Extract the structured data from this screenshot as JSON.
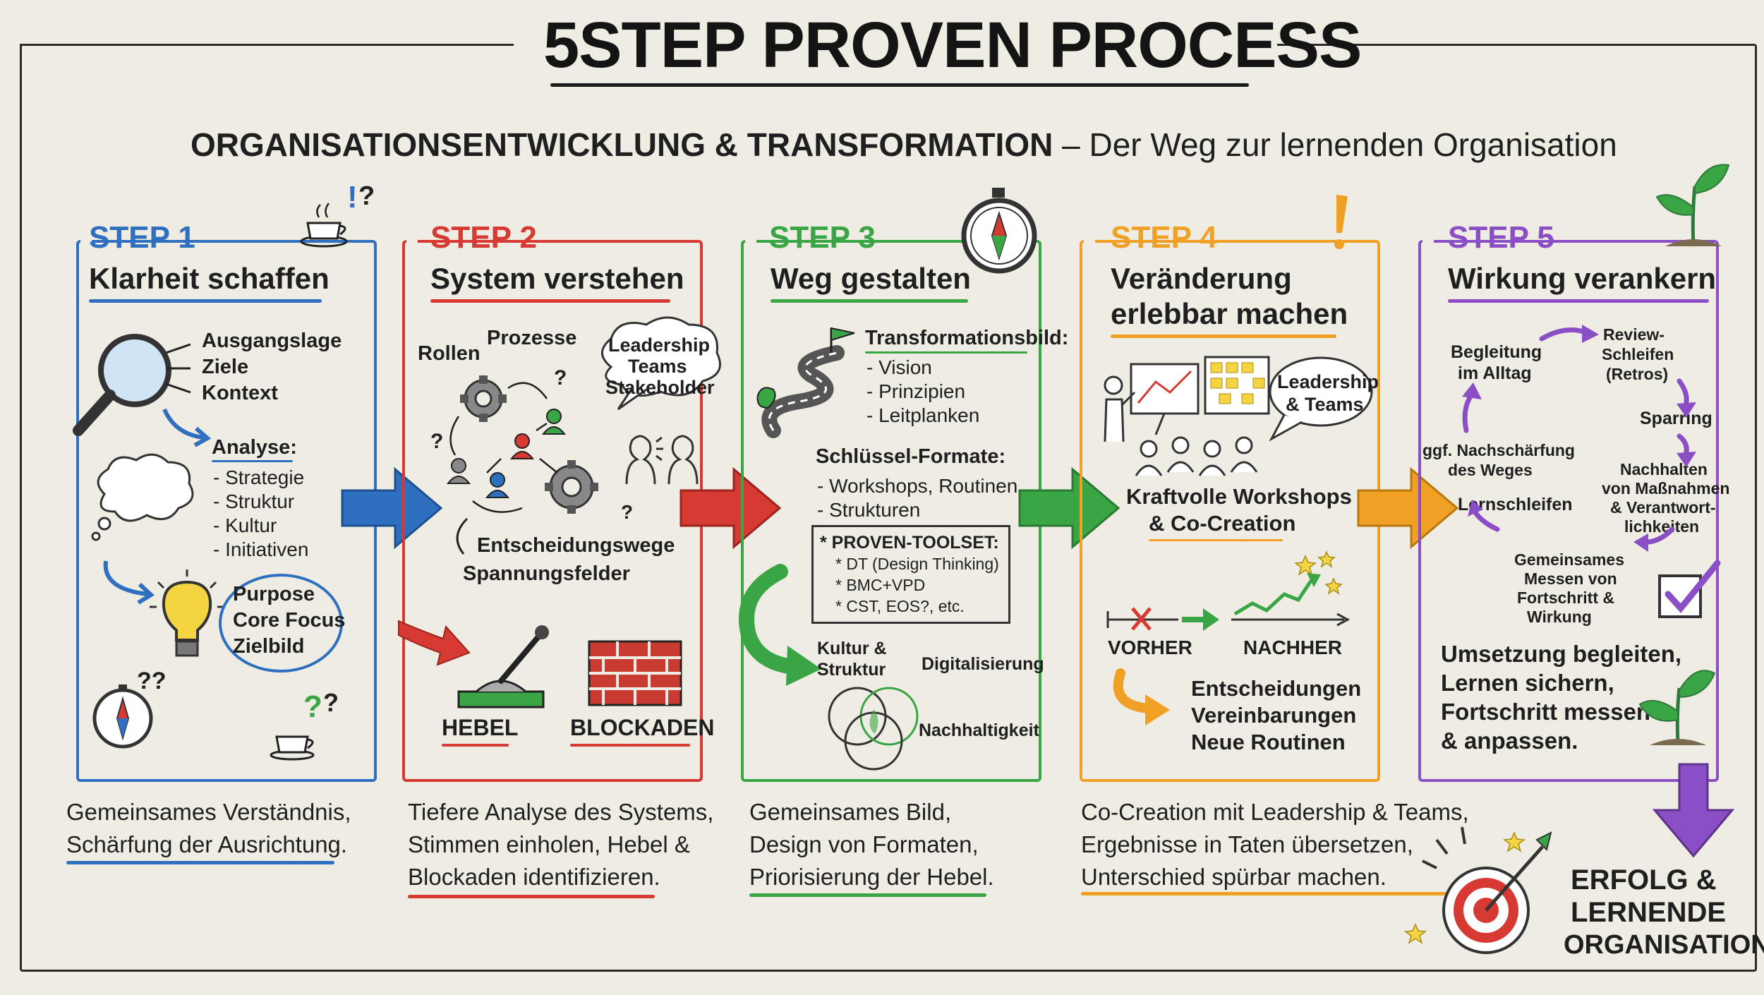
{
  "title": "5STEP PROVEN PROCESS",
  "subtitle": {
    "strong": "ORGANISATIONSENTWICKLUNG & TRANSFORMATION",
    "rest": " – Der Weg zur lernenden Organisation"
  },
  "colors": {
    "step1": "#2f6fc0",
    "step2": "#d63a32",
    "step3": "#3aa545",
    "step4": "#f0a024",
    "step5": "#8a4fc4"
  },
  "step1": {
    "label": "STEP 1",
    "heading": "Klarheit schaffen",
    "items": [
      "Ausgangslage",
      "Ziele",
      "Kontext"
    ],
    "analyse_title": "Analyse:",
    "analyse": [
      "- Strategie",
      "- Struktur",
      "- Kultur",
      "- Initiativen"
    ],
    "purpose": [
      "Purpose",
      "Core Focus",
      "Zielbild"
    ],
    "caption": [
      "Gemeinsames Verständnis,",
      "Schärfung der Ausrichtung."
    ]
  },
  "step2": {
    "label": "STEP 2",
    "heading": "System verstehen",
    "rollen": "Rollen",
    "prozesse": "Prozesse",
    "cloud": [
      "Leadership",
      "Teams",
      "Stakeholder"
    ],
    "entscheidung": "Entscheidungswege",
    "spannung": "Spannungsfelder",
    "hebel": "HEBEL",
    "blockaden": "BLOCKADEN",
    "caption": [
      "Tiefere Analyse des Systems,",
      "Stimmen einholen, Hebel &",
      "Blockaden identifizieren."
    ]
  },
  "step3": {
    "label": "STEP 3",
    "heading": "Weg gestalten",
    "bild_title": "Transformationsbild:",
    "bild": [
      "- Vision",
      "- Prinzipien",
      "- Leitplanken"
    ],
    "formate_title": "Schlüssel-Formate:",
    "formate": [
      "- Workshops, Routinen",
      "- Strukturen"
    ],
    "toolset_title": "* PROVEN-TOOLSET:",
    "toolset": [
      "* DT (Design Thinking)",
      "* BMC+VPD",
      "* CST, EOS?, etc."
    ],
    "venn": [
      "Kultur &",
      "Struktur",
      "Digitalisierung",
      "Nachhaltigkeit"
    ],
    "caption": [
      "Gemeinsames Bild,",
      "Design von Formaten,",
      "Priorisierung der Hebel."
    ]
  },
  "step4": {
    "label": "STEP 4",
    "heading": [
      "Veränderung",
      "erlebbar machen"
    ],
    "bubble": [
      "Leadership",
      "& Teams"
    ],
    "workshops": [
      "Kraftvolle Workshops",
      "& Co-Creation"
    ],
    "vorher": "VORHER",
    "nachher": "NACHHER",
    "results": [
      "Entscheidungen",
      "Vereinbarungen",
      "Neue Routinen"
    ],
    "caption": [
      "Co-Creation mit Leadership & Teams,",
      "Ergebnisse in Taten übersetzen,",
      "Unterschied spürbar machen."
    ]
  },
  "step5": {
    "label": "STEP 5",
    "heading": "Wirkung verankern",
    "begleitung": [
      "Begleitung",
      "im Alltag"
    ],
    "review": [
      "Review-",
      "Schleifen",
      "(Retros)"
    ],
    "sparring": "Sparring",
    "nachhalten": [
      "Nachhalten",
      "von Maßnahmen",
      "& Verantwort-",
      "lichkeiten"
    ],
    "nachschaerfung": [
      "ggf. Nachschärfung",
      "des Weges"
    ],
    "lernschleifen": "Lernschleifen",
    "messen": [
      "Gemeinsames",
      "Messen von",
      "Fortschritt &",
      "Wirkung"
    ],
    "summary": [
      "Umsetzung begleiten,",
      "Lernen sichern,",
      "Fortschritt messen",
      "& anpassen."
    ],
    "erfolg": [
      "ERFOLG &",
      "LERNENDE",
      "ORGANISATION"
    ]
  }
}
